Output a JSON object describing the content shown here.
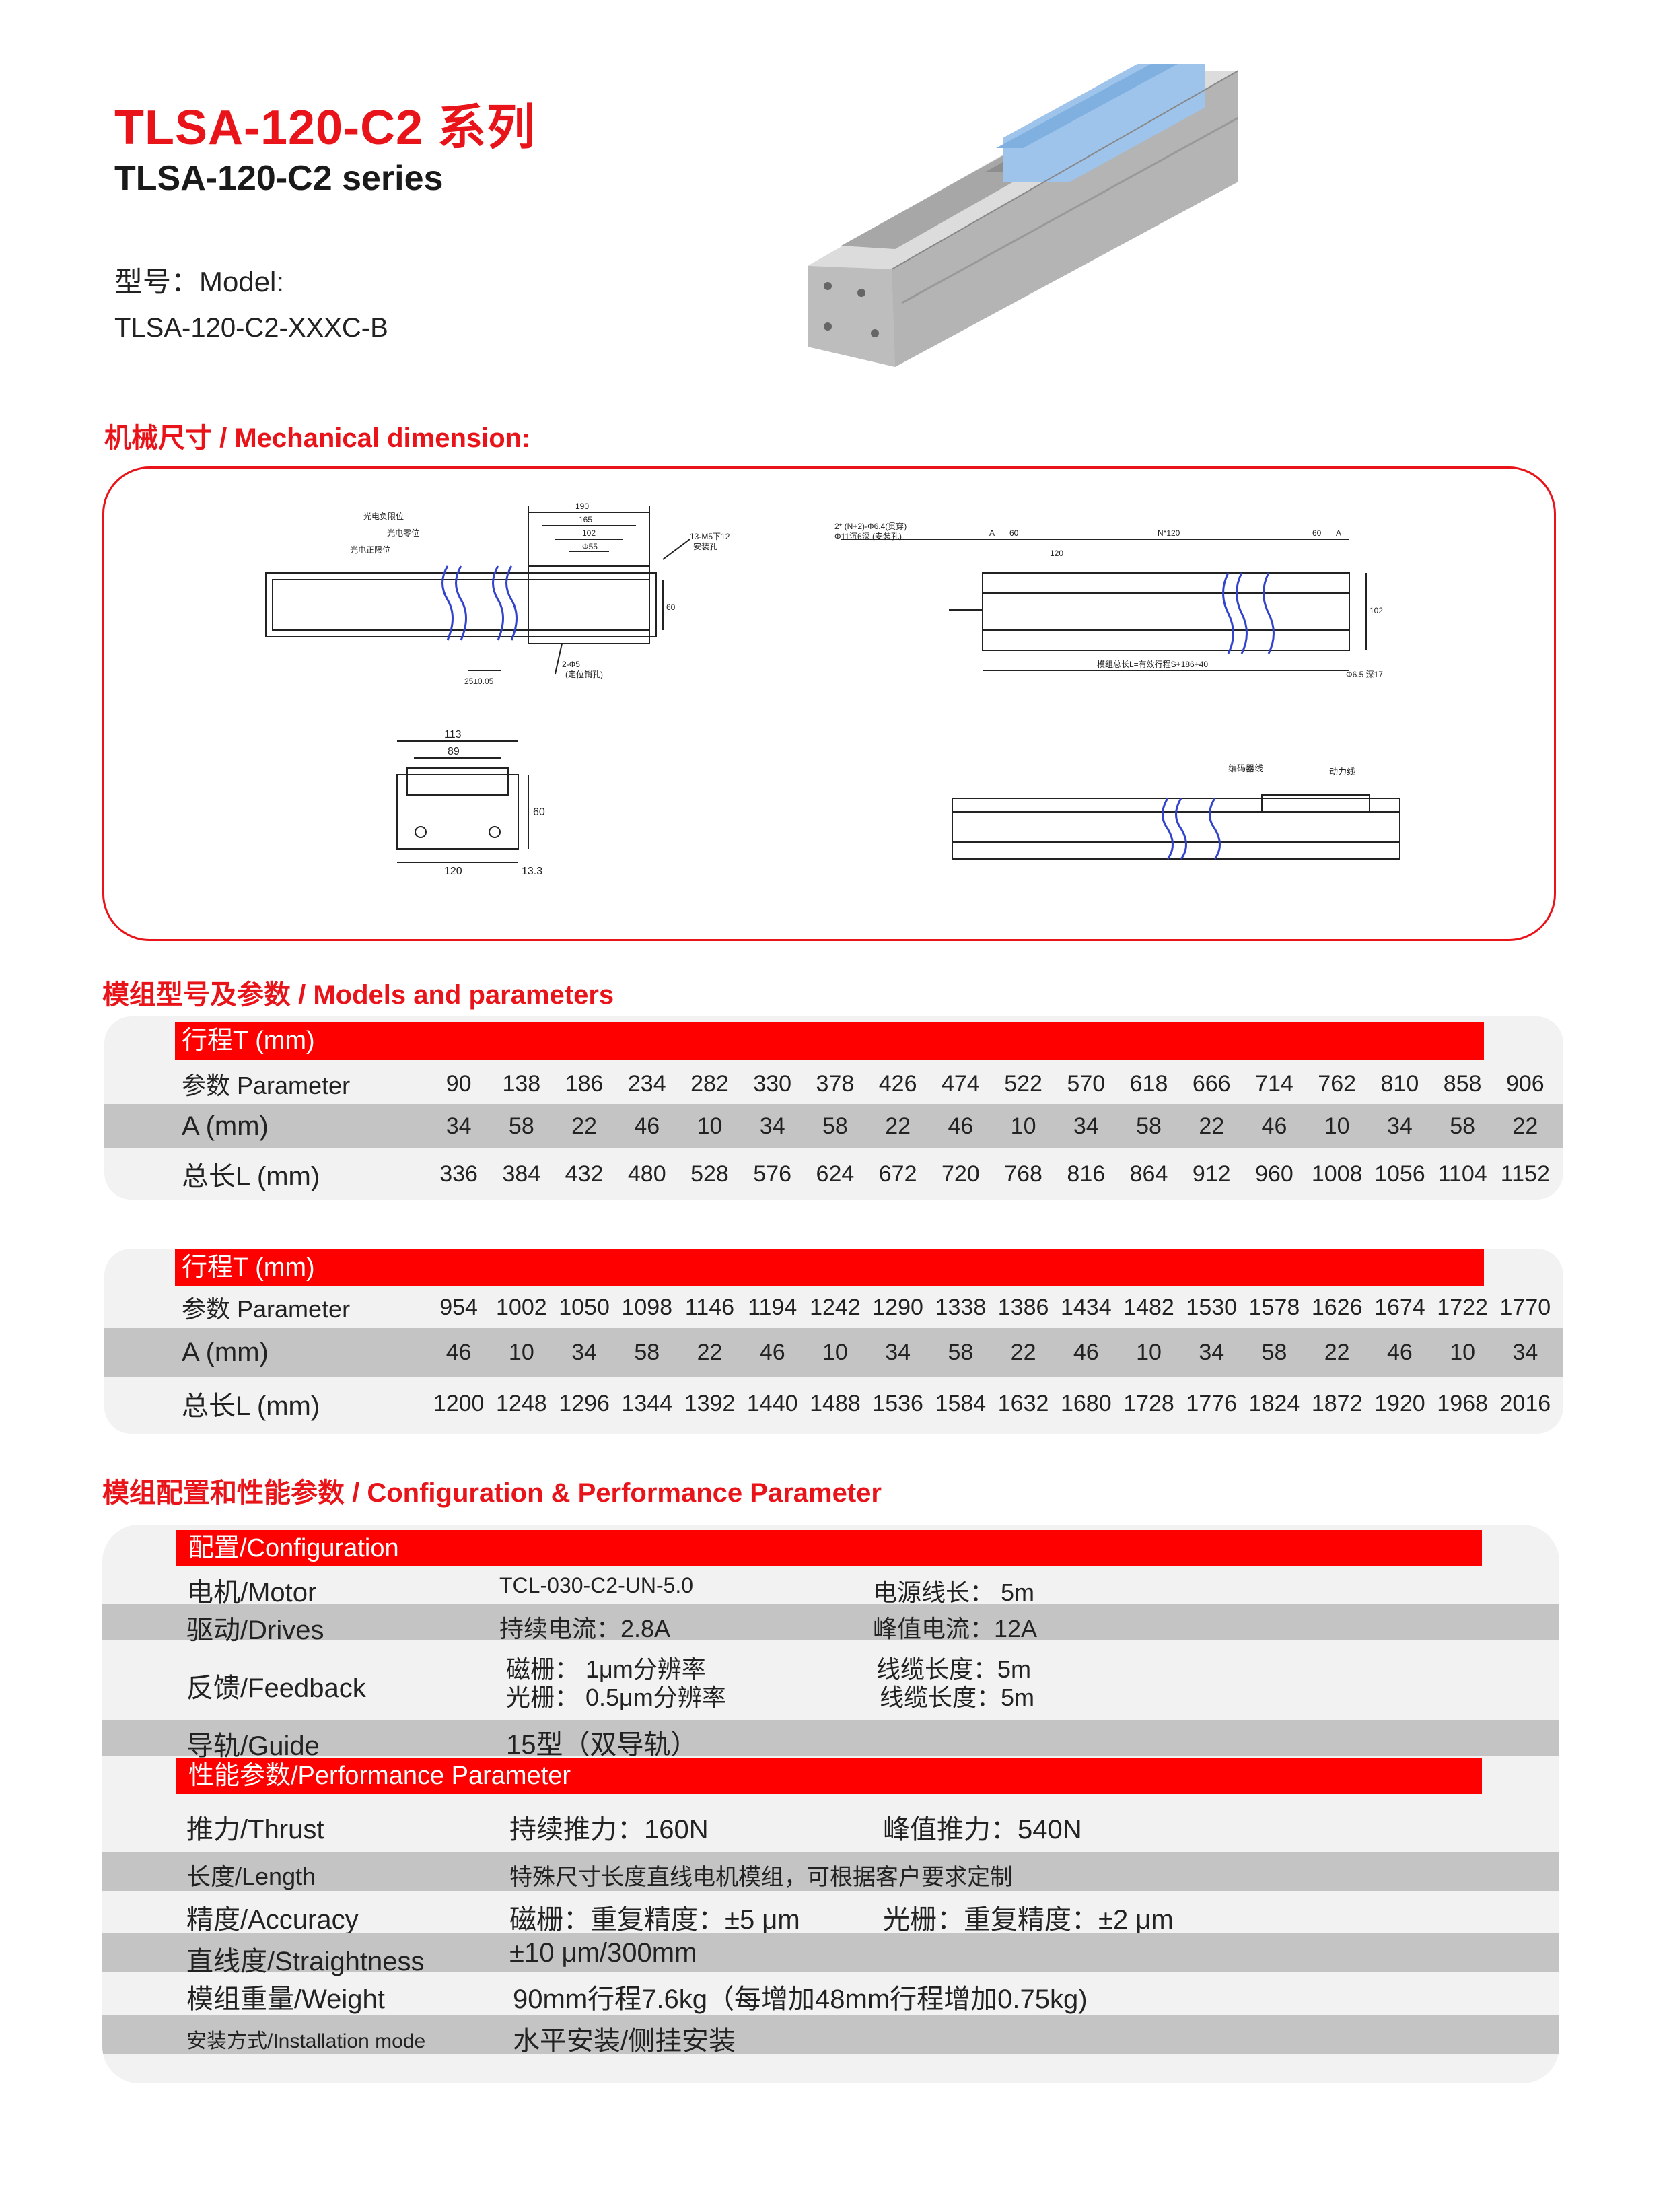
{
  "header": {
    "title_cn": "TLSA-120-C2 系列",
    "title_en": "TLSA-120-C2 series",
    "model_label": "型号：Model:",
    "model_value": "TLSA-120-C2-XXXC-B"
  },
  "sections": {
    "mechanical": "机械尺寸 / Mechanical dimension:",
    "models": "模组型号及参数 / Models and parameters",
    "config": "模组配置和性能参数 / Configuration & Performance Parameter"
  },
  "drawing": {
    "top_left_dims": [
      "190",
      "165",
      "102",
      "Φ55"
    ],
    "top_left_notes": [
      "光电负限位",
      "光电零位",
      "光电正限位",
      "13-M5下12",
      "安装孔",
      "2-Φ5",
      "(定位销孔)",
      "25±0.05",
      "60"
    ],
    "top_right_notes": [
      "2* (N+2)-Φ6.4(贯穿)",
      "Φ11沉6深 (安装孔)",
      "A",
      "60",
      "120",
      "N*120",
      "60",
      "A",
      "102",
      "模组总长L=有效行程S+186+40",
      "Φ6.5 深17"
    ],
    "section_dims": [
      "113",
      "89",
      "60",
      "120",
      "13.3"
    ],
    "side_notes": [
      "编码器线",
      "动力线"
    ]
  },
  "models_tables": [
    {
      "header": "行程T (mm)",
      "rows": [
        {
          "label": "参数  Parameter",
          "values": [
            "90",
            "138",
            "186",
            "234",
            "282",
            "330",
            "378",
            "426",
            "474",
            "522",
            "570",
            "618",
            "666",
            "714",
            "762",
            "810",
            "858",
            "906"
          ]
        },
        {
          "label": "A (mm)",
          "values": [
            "34",
            "58",
            "22",
            "46",
            "10",
            "34",
            "58",
            "22",
            "46",
            "10",
            "34",
            "58",
            "22",
            "46",
            "10",
            "34",
            "58",
            "22"
          ]
        },
        {
          "label": "总长L (mm)",
          "values": [
            "336",
            "384",
            "432",
            "480",
            "528",
            "576",
            "624",
            "672",
            "720",
            "768",
            "816",
            "864",
            "912",
            "960",
            "1008",
            "1056",
            "1104",
            "1152"
          ]
        }
      ]
    },
    {
      "header": "行程T (mm)",
      "rows": [
        {
          "label": "参数  Parameter",
          "values": [
            "954",
            "1002",
            "1050",
            "1098",
            "1146",
            "1194",
            "1242",
            "1290",
            "1338",
            "1386",
            "1434",
            "1482",
            "1530",
            "1578",
            "1626",
            "1674",
            "1722",
            "1770"
          ]
        },
        {
          "label": "A (mm)",
          "values": [
            "46",
            "10",
            "34",
            "58",
            "22",
            "46",
            "10",
            "34",
            "58",
            "22",
            "46",
            "10",
            "34",
            "58",
            "22",
            "46",
            "10",
            "34"
          ]
        },
        {
          "label": "总长L (mm)",
          "values": [
            "1200",
            "1248",
            "1296",
            "1344",
            "1392",
            "1440",
            "1488",
            "1536",
            "1584",
            "1632",
            "1680",
            "1728",
            "1776",
            "1824",
            "1872",
            "1920",
            "1968",
            "2016"
          ]
        }
      ]
    }
  ],
  "config": {
    "config_header": "配置/Configuration",
    "perf_header": "性能参数/Performance Parameter",
    "motor": {
      "label": "电机/Motor",
      "value": "TCL-030-C2-UN-5.0",
      "extra": "电源线长： 5m"
    },
    "drives": {
      "label": "驱动/Drives",
      "value": "持续电流：2.8A",
      "extra": "峰值电流：12A"
    },
    "feedback": {
      "label": "反馈/Feedback",
      "value1": "磁栅： 1μm分辨率",
      "value2": "光栅： 0.5μm分辨率",
      "extra1": "线缆长度：5m",
      "extra2": "线缆长度：5m"
    },
    "guide": {
      "label": "导轨/Guide",
      "value": "15型（双导轨）"
    },
    "thrust": {
      "label": "推力/Thrust",
      "value": "持续推力：160N",
      "extra": "峰值推力：540N"
    },
    "length": {
      "label": "长度/Length",
      "value": "特殊尺寸长度直线电机模组，可根据客户要求定制"
    },
    "accuracy": {
      "label": "精度/Accuracy",
      "value": "磁栅：重复精度：±5 μm",
      "extra": "光栅：重复精度：±2 μm"
    },
    "straightness": {
      "label": "直线度/Straightness",
      "value": "±10 μm/300mm"
    },
    "weight": {
      "label": "模组重量/Weight",
      "value": "90mm行程7.6kg（每增加48mm行程增加0.75kg)"
    },
    "install": {
      "label": "安装方式/Installation mode",
      "value": "水平安装/侧挂安装"
    }
  },
  "colors": {
    "accent": "#e8141a",
    "bar_red": "#ff0000",
    "row_gray": "#c4c4c4",
    "panel": "#f2f2f2"
  }
}
